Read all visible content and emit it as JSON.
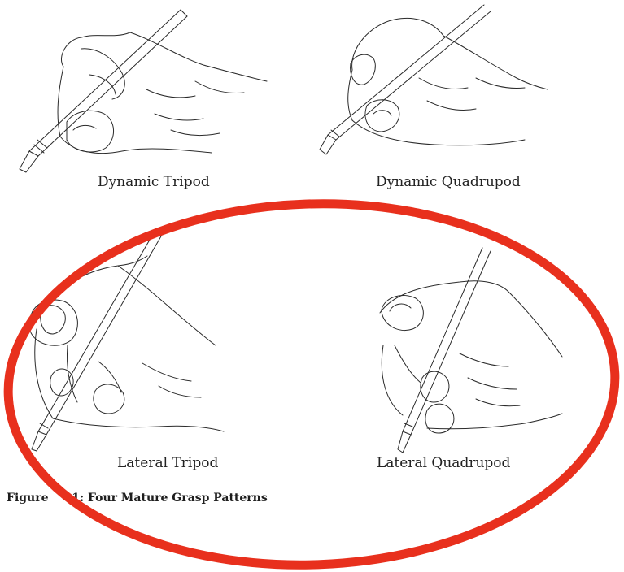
{
  "figure": {
    "panels": [
      {
        "id": "dynamic-tripod",
        "caption": "Dynamic Tripod"
      },
      {
        "id": "dynamic-quadrupod",
        "caption": "Dynamic Quadrupod"
      },
      {
        "id": "lateral-tripod",
        "caption": "Lateral Tripod"
      },
      {
        "id": "lateral-quadrupod",
        "caption": "Lateral Quadrupod"
      }
    ],
    "caption_visible_left": "Figure ",
    "caption_visible_right": "-1: Four Mature Grasp Patterns"
  },
  "annotation": {
    "shape": "ellipse",
    "color": "#e8301d",
    "encloses": [
      "lateral-tripod",
      "lateral-quadrupod"
    ]
  },
  "colors": {
    "line_art": "#2a2a2a",
    "caption_text": "#222222",
    "annotation": "#e8301d"
  }
}
